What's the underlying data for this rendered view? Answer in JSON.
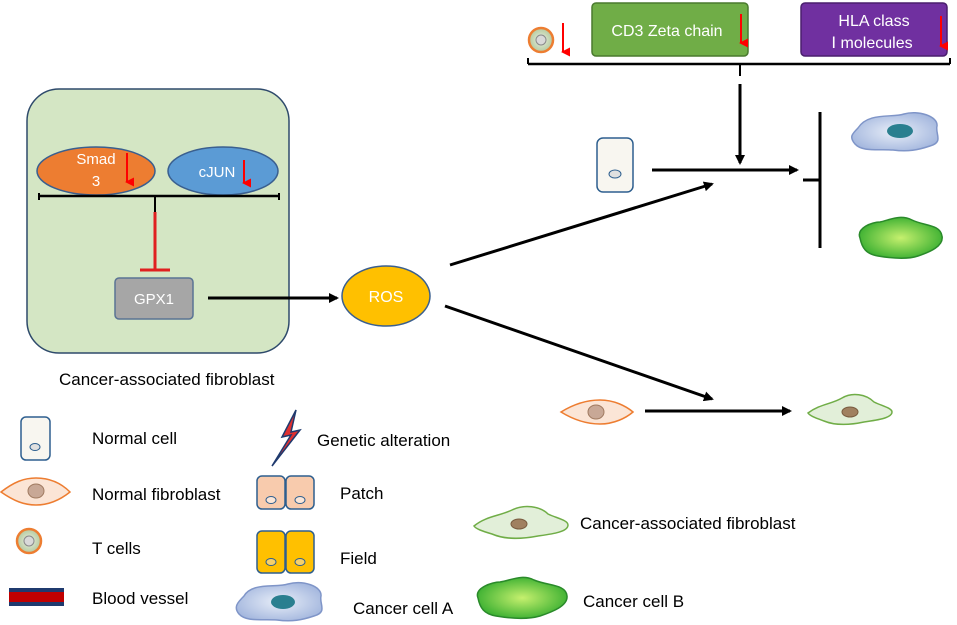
{
  "nodes": {
    "smad3_line1": "Smad",
    "smad3_line2": "3",
    "cjun": "cJUN",
    "gpx1": "GPX1",
    "ros": "ROS",
    "cd3": "CD3 Zeta chain",
    "hla_line1": "HLA class",
    "hla_line2": "Ⅰ molecules",
    "caf_box_caption": "Cancer-associated fibroblast"
  },
  "legend": {
    "normal_cell": "Normal cell",
    "normal_fibroblast": "Normal fibroblast",
    "t_cells": "T cells",
    "blood_vessel": "Blood vessel",
    "genetic_alteration": "Genetic alteration",
    "patch": "Patch",
    "field": "Field",
    "cancer_cell_a": "Cancer cell A",
    "caf": "Cancer-associated fibroblast",
    "cancer_cell_b": "Cancer cell B"
  },
  "colors": {
    "caf_box": "#d4e6c4",
    "smad3": "#ed7d31",
    "cjun": "#5b9bd5",
    "gpx1": "#a6a6a6",
    "ros": "#ffc000",
    "cd3": "#70ad47",
    "hla": "#7030a0",
    "down_arrow": "#ff0000",
    "inhibit": "#e02020"
  }
}
